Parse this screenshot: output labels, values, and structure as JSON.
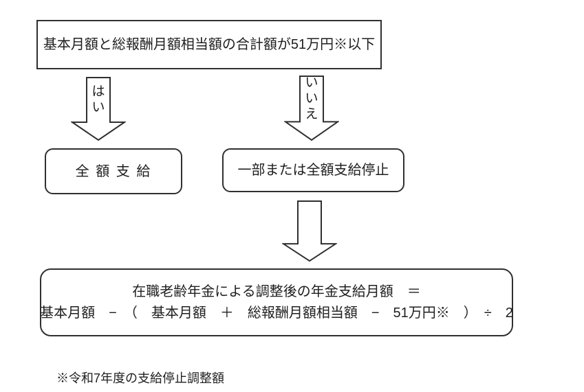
{
  "diagram": {
    "colors": {
      "line": "#2f2f2f",
      "text": "#1e1e1e",
      "background": "#ffffff"
    },
    "condition_box": {
      "text": "基本月額と総報酬月額相当額の合計額が51万円※以下"
    },
    "yes_arrow": {
      "label": "はい",
      "chars": [
        "は",
        "い"
      ]
    },
    "no_arrow": {
      "label": "いいえ",
      "chars": [
        "い",
        "い",
        "え"
      ]
    },
    "full_payment_box": {
      "text": "全 額 支 給"
    },
    "partial_stop_box": {
      "text": "一部または全額支給停止"
    },
    "result_box": {
      "line1": "在職老齢年金による調整後の年金支給月額　＝",
      "line2": "基本月額　−　（　基本月額　＋　総報酬月額相当額　−　51万円※　）　÷　2"
    },
    "footnote": "※令和7年度の支給停止調整額"
  }
}
